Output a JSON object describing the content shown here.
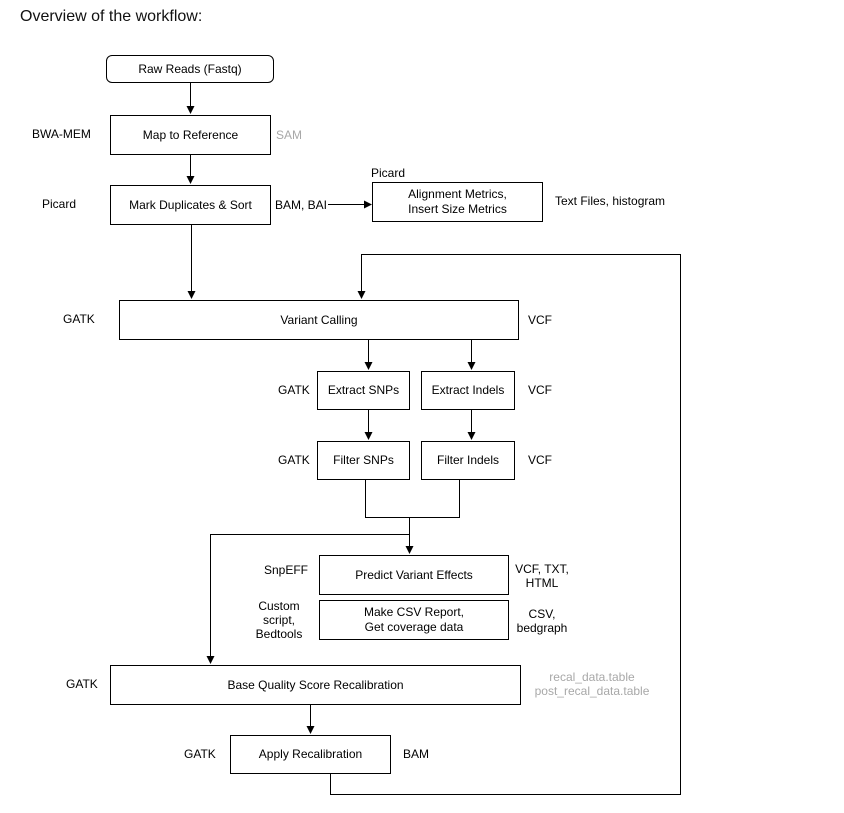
{
  "heading": "Overview of the workflow:",
  "nodes": {
    "raw_reads": "Raw Reads (Fastq)",
    "map_reference": "Map to Reference",
    "mark_duplicates": "Mark Duplicates & Sort",
    "alignment_metrics": "Alignment Metrics,\nInsert Size Metrics",
    "variant_calling": "Variant Calling",
    "extract_snps": "Extract SNPs",
    "extract_indels": "Extract Indels",
    "filter_snps": "Filter SNPs",
    "filter_indels": "Filter Indels",
    "predict_effects": "Predict Variant Effects",
    "csv_report": "Make CSV Report,\nGet coverage data",
    "bqsr": "Base Quality Score Recalibration",
    "apply_recal": "Apply Recalibration"
  },
  "tools": {
    "map_reference": "BWA-MEM",
    "mark_duplicates": "Picard",
    "alignment_metrics": "Picard",
    "variant_calling": "GATK",
    "extract": "GATK",
    "filter": "GATK",
    "predict_effects": "SnpEFF",
    "csv_report": "Custom\nscript,\nBedtools",
    "bqsr": "GATK",
    "apply_recal": "GATK"
  },
  "outputs": {
    "map_reference": "SAM",
    "mark_duplicates": "BAM, BAI",
    "alignment_metrics": "Text Files, histogram",
    "variant_calling": "VCF",
    "extract": "VCF",
    "filter": "VCF",
    "predict_effects": "VCF, TXT,\nHTML",
    "csv_report": "CSV,\nbedgraph",
    "bqsr": "recal_data.table\npost_recal_data.table",
    "apply_recal": "BAM"
  }
}
